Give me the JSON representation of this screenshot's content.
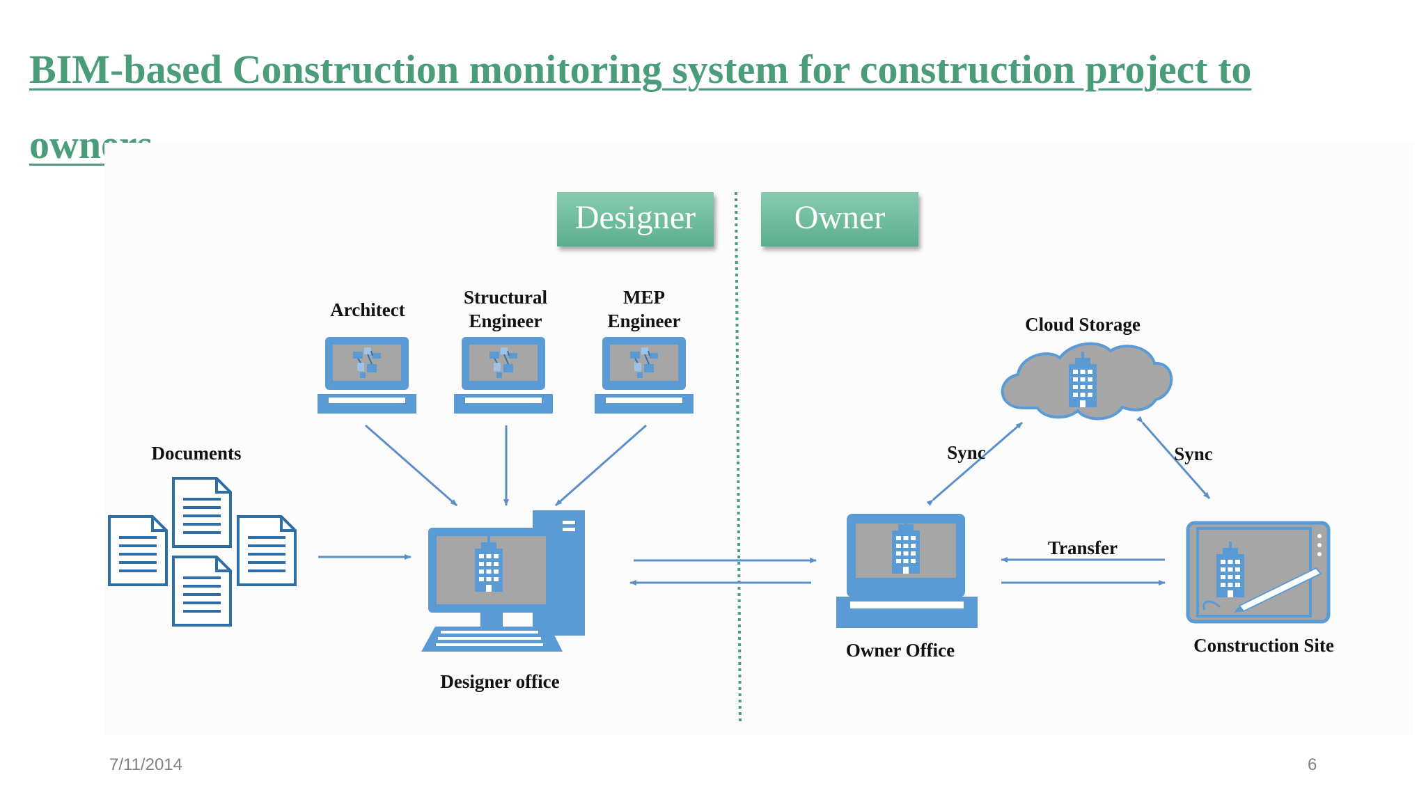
{
  "title": "BIM-based Construction monitoring system for construction project to owners",
  "banners": {
    "designer": "Designer",
    "owner": "Owner"
  },
  "labels": {
    "architect": "Architect",
    "structural_engineer": "Structural\nEngineer",
    "mep_engineer": "MEP\nEngineer",
    "documents": "Documents",
    "designer_office": "Designer office",
    "cloud_storage": "Cloud Storage",
    "sync_left": "Sync",
    "sync_right": "Sync",
    "transfer": "Transfer",
    "owner_office": "Owner Office",
    "construction_site": "Construction Site"
  },
  "footer": {
    "date": "7/11/2014",
    "page": "6"
  },
  "colors": {
    "accent": "#4a9c7a",
    "device": "#5b9bd5",
    "screen": "#a6a6a6",
    "banner": "#6dbf9e",
    "arrow": "#5b8fc7"
  }
}
